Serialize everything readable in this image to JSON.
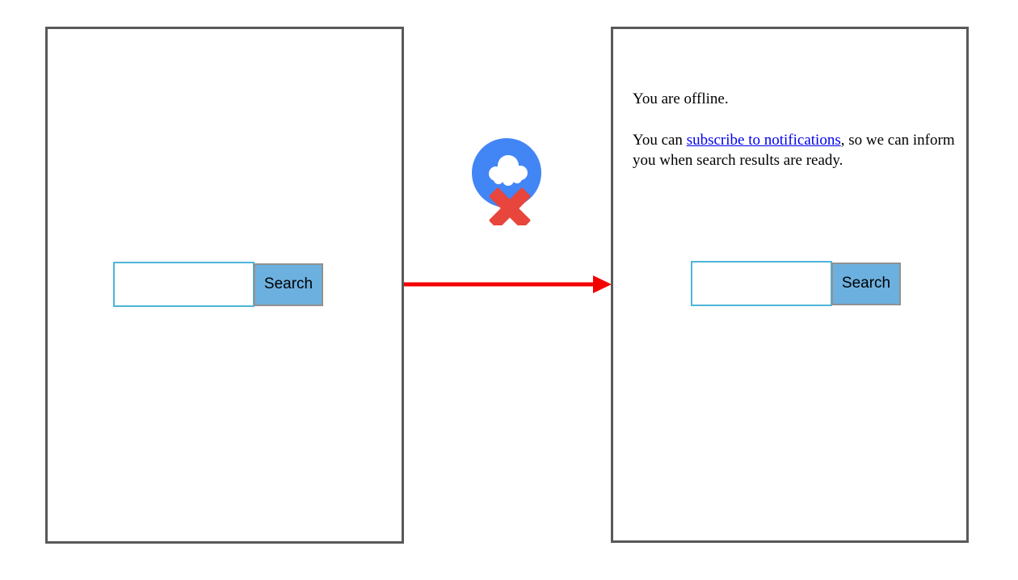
{
  "diagram": {
    "left_page": {
      "search_form": {
        "input_value": "",
        "input_placeholder": "",
        "button_label": "Search"
      }
    },
    "right_page": {
      "offline_message": "You are offline.",
      "subscribe_before": "You can ",
      "subscribe_link_label": "subscribe to notifications",
      "subscribe_after": ", so we can inform you when search results are ready.",
      "search_form": {
        "input_value": "",
        "input_placeholder": "",
        "button_label": "Search"
      }
    },
    "connector": {
      "arrow_icon": "red-arrow-right-icon",
      "status_icon": "offline-cloud-icon"
    }
  },
  "colors": {
    "panel_border": "#595959",
    "input_border": "#4db5d8",
    "button_bg": "#6cb0e0",
    "button_border": "#919191",
    "arrow_red": "#f40000",
    "circle_blue": "#4285f4",
    "x_red": "#e8453c",
    "cloud_white": "#ffffff",
    "link_blue": "#0000ee",
    "text_black": "#000000"
  }
}
